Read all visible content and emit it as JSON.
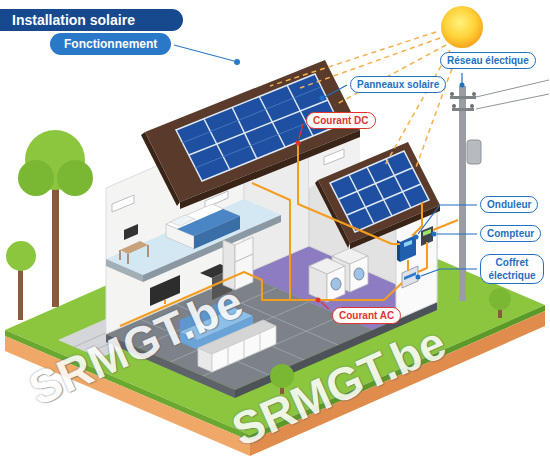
{
  "diagram": {
    "title": "Installation solaire",
    "nodes": [
      {
        "text": [
          "Réseau électique"
        ]
      },
      {
        "text": [
          "Panneaux solaire"
        ]
      },
      {
        "text": [
          "Courant DC"
        ]
      },
      {
        "text": [
          "Onduleur"
        ]
      },
      {
        "text": [
          "Compteur"
        ]
      },
      {
        "text": [
          "Coffret électrique"
        ]
      },
      {
        "text": [
          "Courant AC"
        ]
      }
    ],
    "labels": [
      "Fonctionnement",
      "SRMGT.be",
      "SRMGT.be"
    ]
  }
}
